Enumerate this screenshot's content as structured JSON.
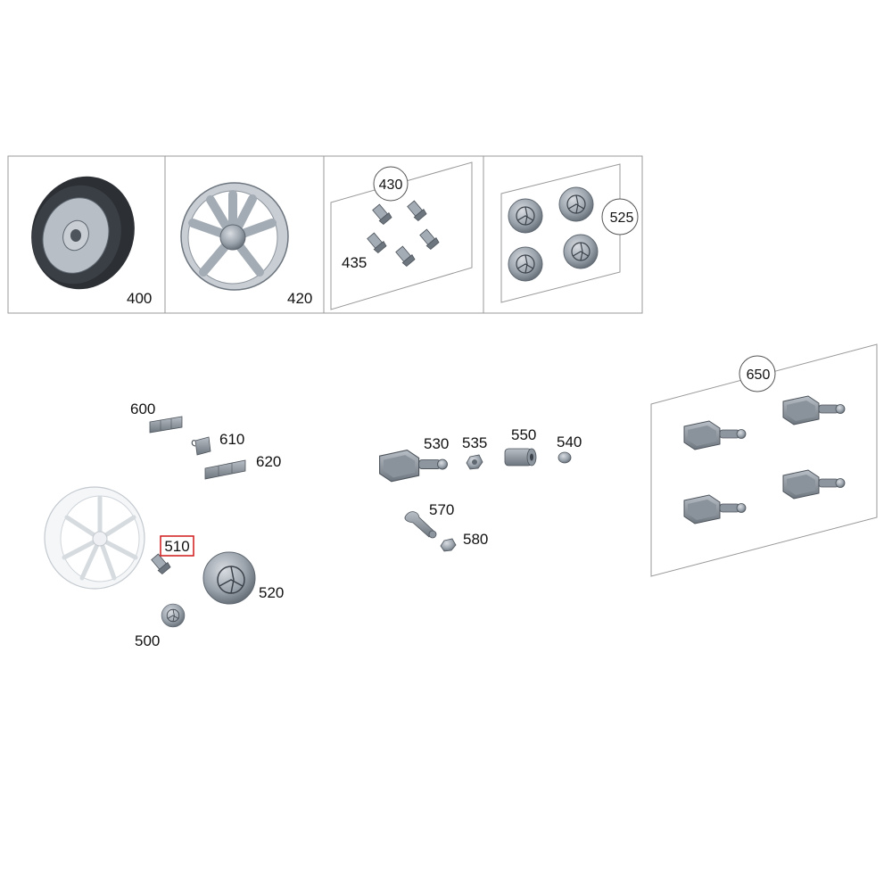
{
  "parts": {
    "p400": "400",
    "p420": "420",
    "p430": "430",
    "p435": "435",
    "p525": "525",
    "p600": "600",
    "p610": "610",
    "p620": "620",
    "p510": "510",
    "p500": "500",
    "p520": "520",
    "p530": "530",
    "p535": "535",
    "p550": "550",
    "p540": "540",
    "p570": "570",
    "p580": "580",
    "p650": "650"
  },
  "colors": {
    "highlight": "#d01818",
    "metal": "#9aa2ab",
    "metal_dark": "#5f6770",
    "tire": "#2c3035",
    "frame": "#999999"
  }
}
